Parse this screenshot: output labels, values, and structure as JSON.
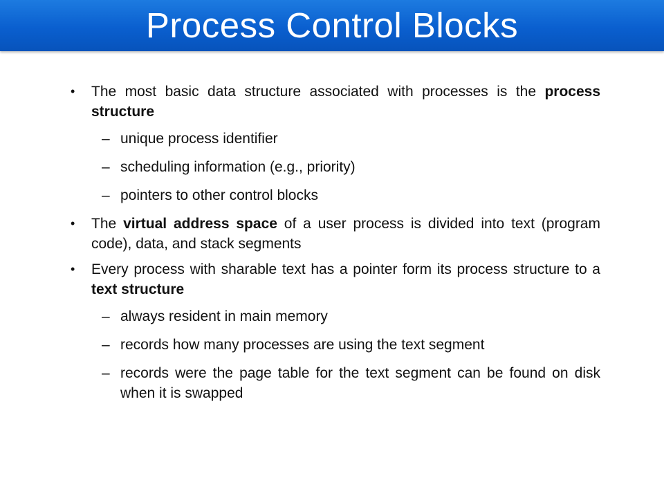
{
  "slide": {
    "title": "Process Control Blocks"
  },
  "bullets": {
    "b1": {
      "pre": "The most basic data structure associated with processes is the ",
      "bold": "process structure",
      "post": "",
      "subs": [
        "unique process identifier",
        "scheduling information (e.g., priority)",
        "pointers to other control blocks"
      ]
    },
    "b2": {
      "pre": "The ",
      "bold": "virtual address space",
      "post": " of a user process is divided into text (program code), data, and stack segments"
    },
    "b3": {
      "pre": "Every process with sharable text has a pointer form its process structure to a ",
      "bold": "text structure",
      "post": "",
      "subs": [
        "always resident in main memory",
        "records how many processes are using the text segment",
        "records were the page table for the text segment can be found on disk when it is swapped"
      ]
    }
  },
  "icons": {
    "bullet": "bullet-dot",
    "sub_bullet": "en-dash"
  }
}
